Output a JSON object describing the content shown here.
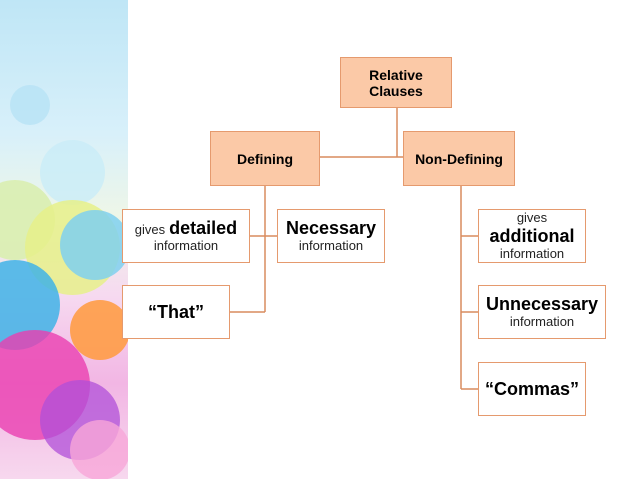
{
  "diagram": {
    "root": {
      "line1": "Relative",
      "line2": "Clauses"
    },
    "defining": {
      "label": "Defining",
      "detail": {
        "pre": "gives",
        "emph": "detailed",
        "post": "information"
      },
      "necessary": {
        "emph": "Necessary",
        "post": "information"
      },
      "that": "“That”"
    },
    "non_defining": {
      "label": "Non-Defining",
      "additional": {
        "pre": "gives",
        "emph": "additional",
        "post": "information"
      },
      "unnecessary": {
        "emph": "Unnecessary",
        "post": "information"
      },
      "commas": "“Commas”"
    }
  },
  "colors": {
    "box_fill": "#fbc9a7",
    "box_border": "#e59a6e",
    "connector": "#d98c5f"
  }
}
